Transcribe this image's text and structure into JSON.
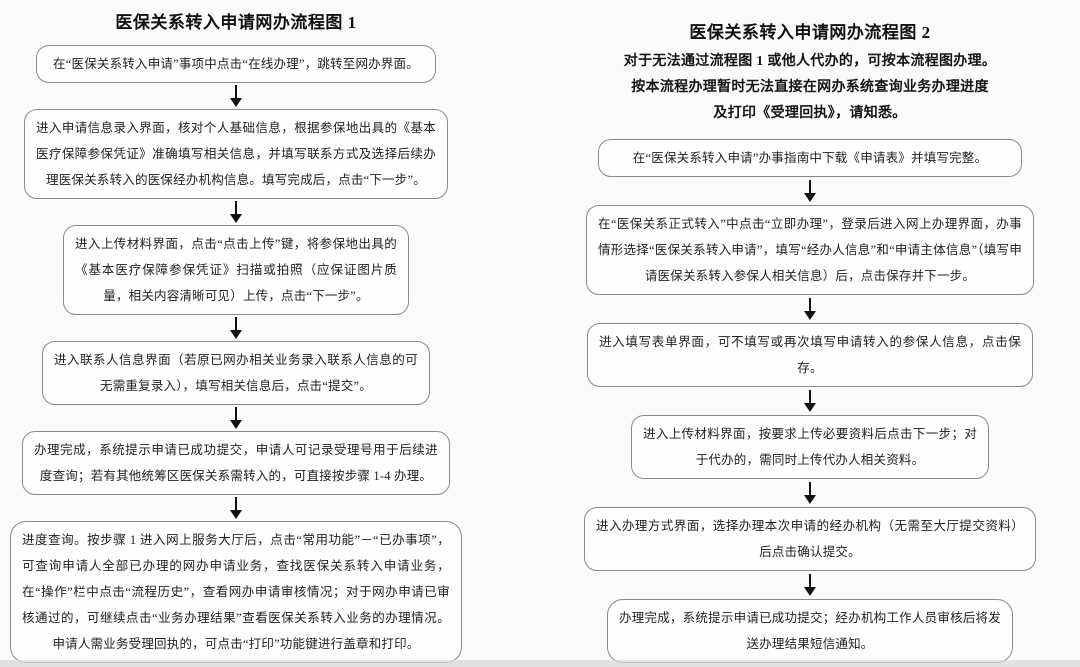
{
  "style": {
    "background": "#fbfbfa",
    "box_border_color": "#8a8a8a",
    "text_color": "#1c1c1c",
    "arrow_color": "#111111"
  },
  "flowchart1": {
    "title": "医保关系转入申请网办流程图 1",
    "steps": [
      "在“医保关系转入申请”事项中点击“在线办理”，跳转至网办界面。",
      "进入申请信息录入界面，核对个人基础信息，根据参保地出具的《基本医疗保障参保凭证》准确填写相关信息，并填写联系方式及选择后续办理医保关系转入的医保经办机构信息。填写完成后，点击“下一步”。",
      "进入上传材料界面，点击“点击上传”键，将参保地出具的《基本医疗保障参保凭证》扫描或拍照（应保证图片质量，相关内容清晰可见）上传，点击“下一步”。",
      "进入联系人信息界面（若原已网办相关业务录入联系人信息的可无需重复录入），填写相关信息后，点击“提交”。",
      "办理完成，系统提示申请已成功提交，申请人可记录受理号用于后续进度查询；若有其他统筹区医保关系需转入的，可直接按步骤 1-4 办理。",
      "进度查询。按步骤 1 进入网上服务大厅后，点击“常用功能”－“已办事项”，可查询申请人全部已办理的网办申请业务，查找医保关系转入申请业务，在“操作”栏中点击“流程历史”，查看网办申请审核情况；对于网办申请已审核通过的，可继续点击“业务办理结果”查看医保关系转入业务的办理情况。申请人需业务受理回执的，可点击“打印”功能键进行盖章和打印。"
    ]
  },
  "flowchart2": {
    "title": "医保关系转入申请网办流程图 2",
    "notes": [
      "对于无法通过流程图 1 或他人代办的，可按本流程图办理。",
      "按本流程办理暂时无法直接在网办系统查询业务办理进度",
      "及打印《受理回执》，请知悉。"
    ],
    "steps": [
      "在“医保关系转入申请”办事指南中下载《申请表》并填写完整。",
      "在“医保关系正式转入”中点击“立即办理”，登录后进入网上办理界面，办事情形选择“医保关系转入申请”，填写“经办人信息”和“申请主体信息”（填写申请医保关系转入参保人相关信息）后，点击保存并下一步。",
      "进入填写表单界面，可不填写或再次填写申请转入的参保人信息，点击保存。",
      "进入上传材料界面，按要求上传必要资料后点击下一步；对于代办的，需同时上传代办人相关资料。",
      "进入办理方式界面，选择办理本次申请的经办机构（无需至大厅提交资料）后点击确认提交。",
      "办理完成，系统提示申请已成功提交；经办机构工作人员审核后将发送办理结果短信通知。"
    ]
  }
}
